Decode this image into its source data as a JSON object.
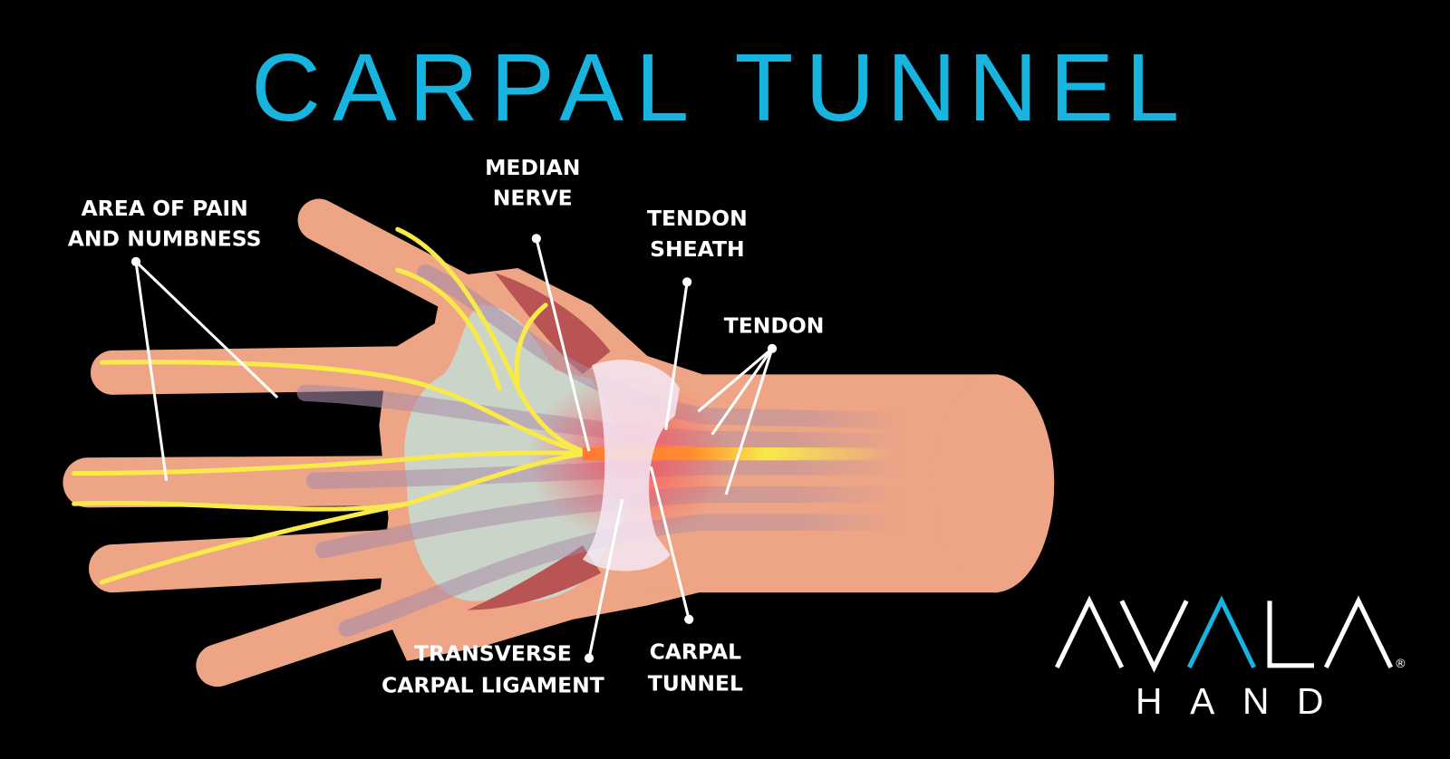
{
  "title": "CARPAL TUNNEL",
  "labels": {
    "pain_line1": "AREA OF PAIN",
    "pain_line2": "AND NUMBNESS",
    "median_line1": "MEDIAN",
    "median_line2": "NERVE",
    "sheath_line1": "TENDON",
    "sheath_line2": "SHEATH",
    "tendon": "TENDON",
    "ligament_line1": "TRANSVERSE",
    "ligament_line2": "CARPAL LIGAMENT",
    "tunnel_line1": "CARPAL",
    "tunnel_line2": "TUNNEL"
  },
  "logo": {
    "brand": "AVALA",
    "sub": "HAND",
    "registered": "®"
  },
  "colors": {
    "background": "#000000",
    "title": "#18b4e0",
    "skin": "#eea585",
    "nerve": "#f8ea4a",
    "muscle": "#b85454",
    "accent": "#18b4e0"
  }
}
